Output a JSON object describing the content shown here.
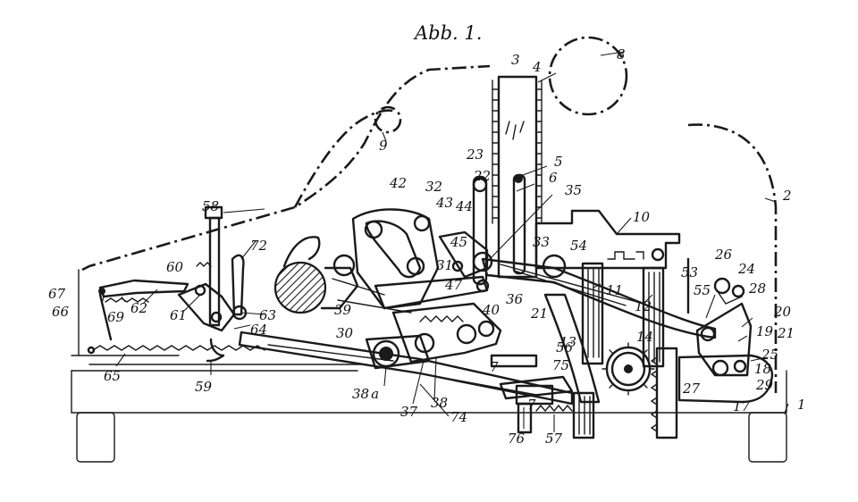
{
  "figure": {
    "title": "Abb. 1."
  },
  "part_labels": {
    "p1": "1",
    "p2": "2",
    "p3": "3",
    "p4": "4",
    "p5": "5",
    "p6": "6",
    "p7a": "7",
    "p7b": "7",
    "p8": "8",
    "p9": "9",
    "p10": "10",
    "p11": "11",
    "p12": "12",
    "p13": "13",
    "p14": "14",
    "p17": "17",
    "p18": "18",
    "p19": "19",
    "p20": "20",
    "p21a": "21",
    "p21b": "21",
    "p22": "22",
    "p23": "23",
    "p24": "24",
    "p25": "25",
    "p26": "26",
    "p27": "27",
    "p28": "28",
    "p29": "29",
    "p30": "30",
    "p31": "31",
    "p32": "32",
    "p33": "33",
    "p35": "35",
    "p36": "36",
    "p37": "37",
    "p38": "38",
    "p38a": "38",
    "p38a_sup": "a",
    "p39": "39",
    "p40": "40",
    "p42": "42",
    "p43": "43",
    "p44": "44",
    "p45": "45",
    "p47": "47",
    "p53": "53",
    "p54": "54",
    "p55": "55",
    "p56": "56",
    "p57": "57",
    "p58": "58",
    "p59": "59",
    "p60": "60",
    "p61": "61",
    "p62": "62",
    "p63": "63",
    "p64": "64",
    "p65": "65",
    "p66": "66",
    "p67": "67",
    "p69": "69",
    "p72": "72",
    "p74": "74",
    "p75": "75",
    "p76": "76"
  }
}
